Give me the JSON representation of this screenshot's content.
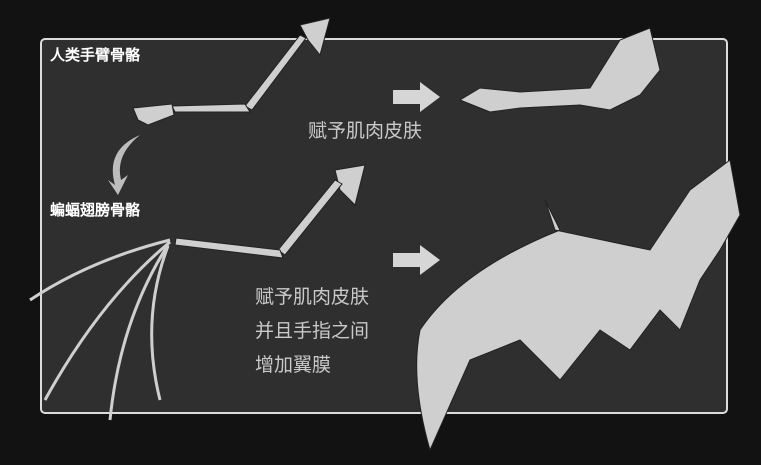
{
  "labels": {
    "human_title": "人类手臂骨骼",
    "bat_title": "蝙蝠翅膀骨骼"
  },
  "captions": {
    "human": "赋予肌肉皮肤",
    "bat": [
      "赋予肌肉皮肤",
      "并且手指之间",
      "增加翼膜"
    ]
  },
  "colors": {
    "background": "#121212",
    "panel": "#2f2f2f",
    "border": "#dcdcdc",
    "bone": "#cfcfcf",
    "text": "#c9c9c9"
  }
}
